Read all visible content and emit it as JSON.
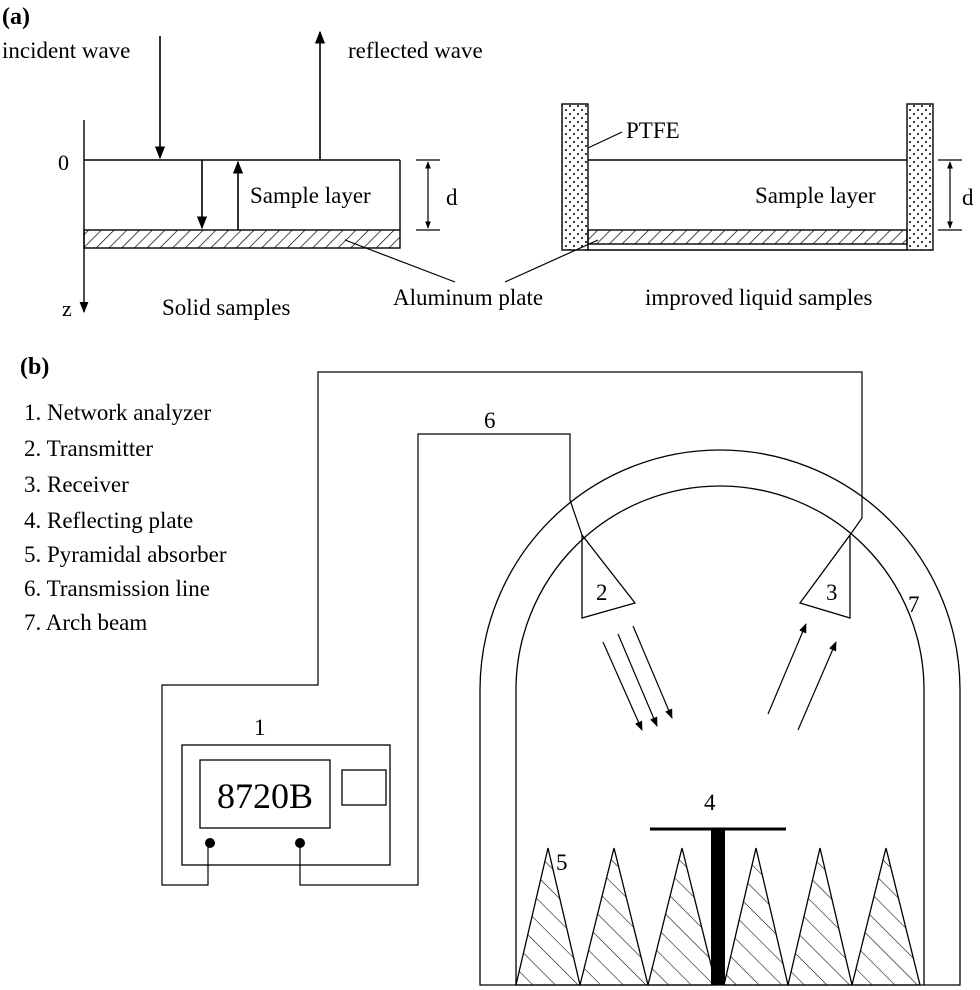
{
  "panel_a": {
    "tag": "(a)",
    "incident_wave": "incident wave",
    "reflected_wave": "reflected wave",
    "zero": "0",
    "z_axis": "z",
    "sample_layer": "Sample layer",
    "thickness": "d",
    "solid_samples": "Solid samples",
    "aluminum_plate": "Aluminum plate",
    "ptfe": "PTFE",
    "liquid_samples": "improved liquid samples"
  },
  "panel_b": {
    "tag": "(b)",
    "legend": [
      "1. Network analyzer",
      "2. Transmitter",
      "3. Receiver",
      "4. Reflecting plate",
      "5. Pyramidal absorber",
      "6. Transmission line",
      "7. Arch beam"
    ],
    "analyzer_model": "8720B",
    "callouts": {
      "analyzer": "1",
      "transmitter": "2",
      "receiver": "3",
      "reflecting_plate": "4",
      "absorber": "5",
      "transmission_line": "6",
      "arch_beam": "7"
    }
  }
}
